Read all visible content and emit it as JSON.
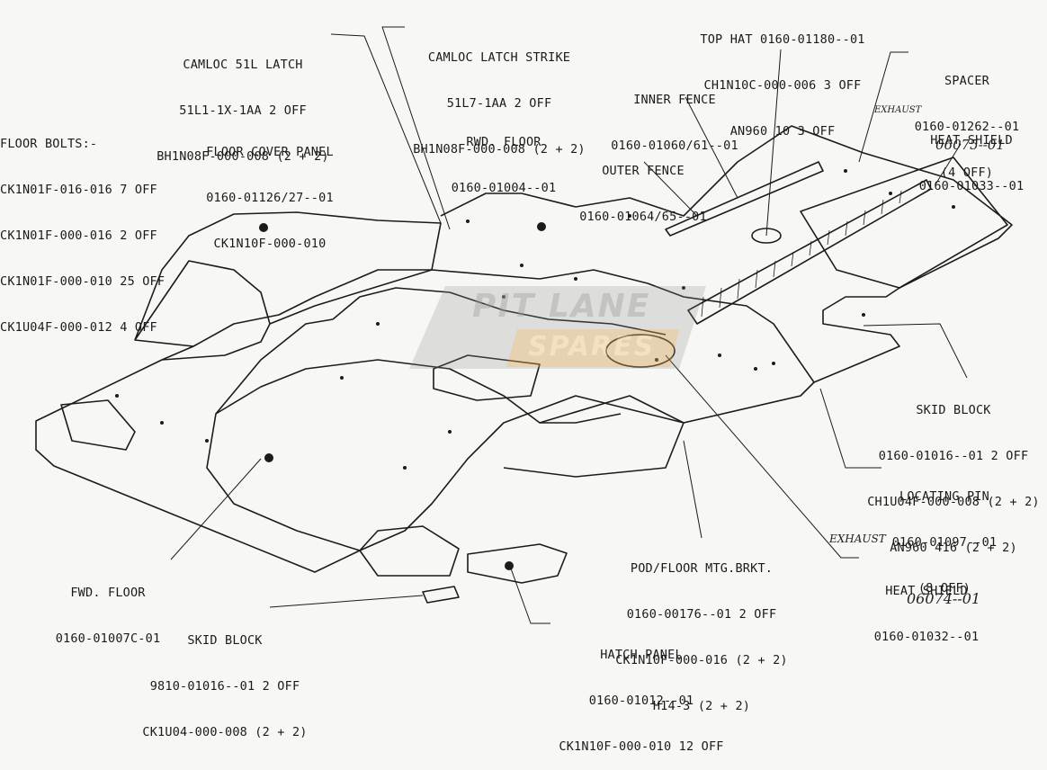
{
  "diagram": {
    "labels": {
      "camloc_latch": [
        "CAMLOC 51L LATCH",
        "51L1-1X-1AA 2 OFF",
        "BH1N08F-000-008 (2 + 2)"
      ],
      "camloc_strike": [
        "CAMLOC LATCH STRIKE",
        "51L7-1AA 2 OFF",
        "BH1N08F-000-008 (2 + 2)"
      ],
      "top_hat": [
        "TOP HAT 0160-01180--01",
        "CH1N10C-000-006 3 OFF",
        "AN960 10 3 OFF"
      ],
      "spacer": [
        "SPACER",
        "0160-01262--01",
        "(4 OFF)"
      ],
      "inner_fence": [
        "INNER FENCE",
        "0160-01060/61--01"
      ],
      "rwd_floor": [
        "RWD. FLOOR",
        "0160-01004--01"
      ],
      "outer_fence": [
        "OUTER FENCE",
        "0160-01064/65--01"
      ],
      "floor_bolts": [
        "FLOOR BOLTS:-",
        "CK1N01F-016-016 7 OFF",
        "CK1N01F-000-016 2 OFF",
        "CK1N01F-000-010 25 OFF",
        "CK1U04F-000-012 4 OFF"
      ],
      "floor_cover_panel": [
        "FLOOR COVER PANEL",
        "0160-01126/27--01",
        "CK1N10F-000-010"
      ],
      "heat_shield_top": [
        "HEAT SHIELD",
        "0160-01033--01"
      ],
      "skid_block_right": [
        "SKID BLOCK",
        "0160-01016--01 2 OFF",
        "CH1U04F-000-008 (2 + 2)",
        "AN960 416 (2 + 2)"
      ],
      "locating_pin": [
        "LOCATING PIN",
        "0160-01097--01",
        "(8 OFF)"
      ],
      "pod_floor_bracket": [
        "POD/FLOOR MTG.BRKT.",
        "0160-00176--01 2 OFF",
        "CK1N10F-000-016 (2 + 2)",
        "H14-3 (2 + 2)"
      ],
      "heat_shield_bottom": [
        "HEAT SHIELD",
        "0160-01032--01"
      ],
      "fwd_floor": [
        "FWD. FLOOR",
        "0160-01007C-01"
      ],
      "skid_block_bottom": [
        "SKID BLOCK",
        "9810-01016--01 2 OFF",
        "CK1U04-000-008 (2 + 2)"
      ],
      "hatch_panel": [
        "HATCH PANEL",
        "0160-01012--01",
        "CK1N10F-000-010 12 OFF"
      ]
    },
    "handwritten": {
      "exhaust_top": "EXHAUST",
      "note_top": "06075--01",
      "exhaust_bottom": "EXHAUST",
      "note_bottom": "06074--01"
    },
    "watermark": {
      "line1": "PIT LANE",
      "line2": "SPARES",
      "accent_color": "#e8a33a",
      "gray_color": "#8f8f8f"
    }
  }
}
